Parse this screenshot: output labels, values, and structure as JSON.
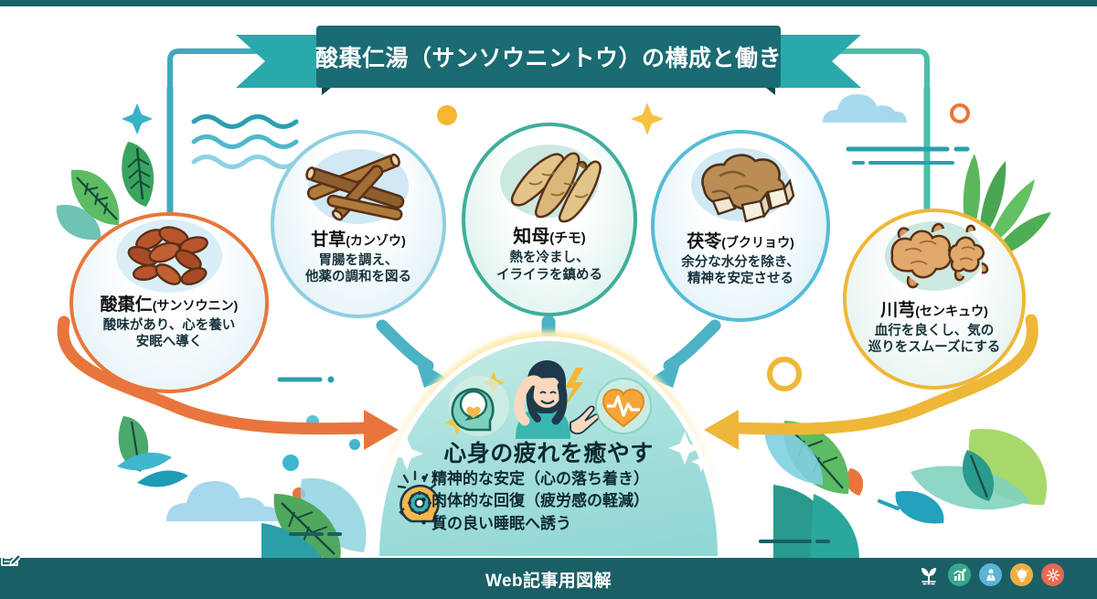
{
  "header": {
    "title": "酸棗仁湯（サンソウニントウ）の構成と働き",
    "ribbon_color": "#1b6b73",
    "ribbon_tail_color": "#2aa9ac"
  },
  "cards": [
    {
      "name": "酸棗仁",
      "kana": "(サンソウニン)",
      "desc_line1": "酸味があり、心を養い",
      "desc_line2": "安眠へ導く",
      "icon": "jujube-seeds-icon",
      "border_color": "#e8763c"
    },
    {
      "name": "甘草",
      "kana": "(カンゾウ)",
      "desc_line1": "胃腸を調え、",
      "desc_line2": "他薬の調和を図る",
      "icon": "licorice-sticks-icon",
      "border_color": "#8fcfe0"
    },
    {
      "name": "知母",
      "kana": "(チモ)",
      "desc_line1": "熱を冷まし、",
      "desc_line2": "イライラを鎮める",
      "icon": "anemarrhena-root-icon",
      "border_color": "#3fae9a"
    },
    {
      "name": "茯苓",
      "kana": "(ブクリョウ)",
      "desc_line1": "余分な水分を除き、",
      "desc_line2": "精神を安定させる",
      "icon": "poria-fungus-icon",
      "border_color": "#56bcd6"
    },
    {
      "name": "川芎",
      "kana": "(センキュウ)",
      "desc_line1": "血行を良くし、気の",
      "desc_line2": "巡りをスムーズにする",
      "icon": "cnidium-rhizome-icon",
      "border_color": "#efb738"
    }
  ],
  "result": {
    "title": "心身の疲れを癒やす",
    "bullets": [
      "・精神的な安定（心の落ち着き）",
      "・肉体的な回復（疲労感の軽減）",
      "・質の良い睡眠へ誘う"
    ],
    "illustration_icons": [
      "head-heart-icon",
      "tired-woman-icon",
      "heart-pulse-icon",
      "lightning-icon",
      "sparkle-icon"
    ],
    "bullet_icon": "head-gear-icon"
  },
  "footer": {
    "label": "Web記事用図解",
    "icon": "document-pen-icon",
    "bar_color": "#1b5f66",
    "badges": [
      {
        "name": "sprout-icon",
        "color": "transparent"
      },
      {
        "name": "growth-chart-icon",
        "color": "#37a88a"
      },
      {
        "name": "person-icon",
        "color": "#5ab4d4"
      },
      {
        "name": "lightbulb-icon",
        "color": "#efae43"
      },
      {
        "name": "celebrate-icon",
        "color": "#e8694f"
      }
    ]
  },
  "arrows": {
    "left_arrow_color": "#e8763c",
    "center_arrow_color": "#5bbdc2",
    "right_arrow_color": "#efb738"
  },
  "decor": {
    "leaf_green": "#4aa96c",
    "leaf_teal": "#2fa5ad",
    "cloud_blue": "#a8d8ee",
    "wave_teal": "#2a9fb0",
    "dot_yellow": "#f5b731",
    "ring_orange": "#e8763c",
    "ring_yellow": "#efb738",
    "sparkle_yellow": "#f7c33e",
    "sparkle_blue": "#37b3c8"
  }
}
